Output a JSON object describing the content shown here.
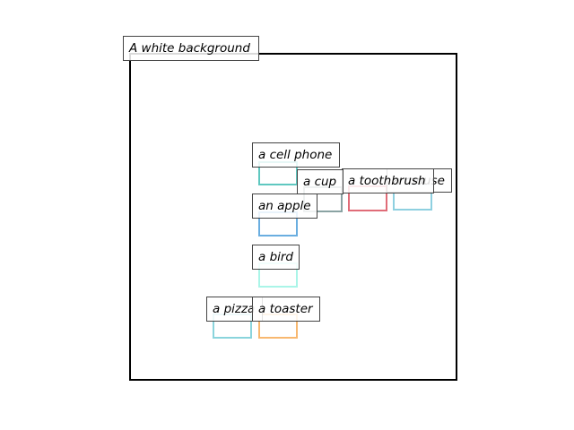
{
  "caption": "A white background",
  "objects": [
    {
      "id": "cell-phone",
      "label": "a cell phone",
      "color": "#5fc8c0"
    },
    {
      "id": "cup",
      "label": "a cup",
      "color": "#8aa3a3"
    },
    {
      "id": "toothbrush",
      "label": "a toothbrush",
      "color": "#e06c78"
    },
    {
      "id": "mouse",
      "label": "a mouse",
      "color": "#8ed0e0"
    },
    {
      "id": "apple",
      "label": "an apple",
      "color": "#6aaee0"
    },
    {
      "id": "bird",
      "label": "a bird",
      "color": "#aaf5e8"
    },
    {
      "id": "pizza",
      "label": "a pizza",
      "color": "#8ad4dc"
    },
    {
      "id": "toaster",
      "label": "a toaster",
      "color": "#f8b870"
    }
  ]
}
